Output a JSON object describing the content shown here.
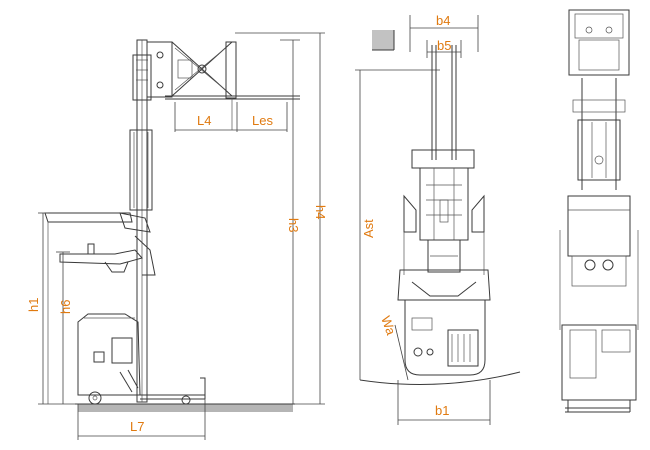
{
  "labels": {
    "b4": "b4",
    "b5": "b5",
    "L4": "L4",
    "Les": "Les",
    "h3": "h3",
    "h4": "h4",
    "Ast": "Ast",
    "h1": "h1",
    "h6": "h6",
    "Wa": "Wa",
    "b1": "b1",
    "L7": "L7"
  },
  "colors": {
    "dimension_label": "#e07a10",
    "drawing_line": "#3a3a3a",
    "floor_hatch": "#9a9a9a",
    "background": "#ffffff"
  }
}
